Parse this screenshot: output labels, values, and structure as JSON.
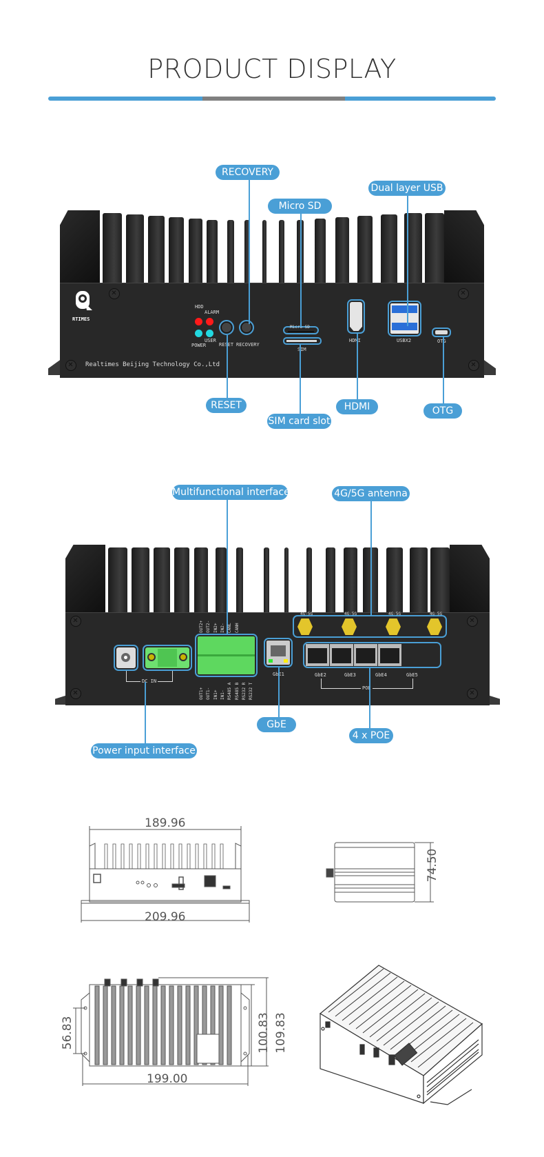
{
  "header": {
    "title": "PRODUCT DISPLAY",
    "colors": {
      "accent": "#4a9fd6",
      "middle": "#808080",
      "callout": "#4a9fd6",
      "device": "#282828"
    }
  },
  "front_view": {
    "brand_logo": "RTIMES",
    "company_text": "Realtimes Beijing Technology Co.,Ltd",
    "panel_labels": {
      "hdd": "HDD",
      "alarm": "ALARM",
      "power": "POWER",
      "user": "USER",
      "reset": "RESET",
      "recovery": "RECOVERY",
      "micro_sd": "Micro SD",
      "sim": "SIM",
      "hdmi": "HDMI",
      "usb": "USBX2",
      "otg": "OTG"
    },
    "leds": [
      {
        "name": "HDD",
        "color": "#ff1a1a"
      },
      {
        "name": "ALARM",
        "color": "#ff1a1a"
      },
      {
        "name": "POWER",
        "color": "#22d8e0"
      },
      {
        "name": "USER",
        "color": "#22d8e0"
      }
    ],
    "callouts": {
      "recovery": "RECOVERY",
      "micro_sd": "Micro SD",
      "dual_usb": "Dual layer USB",
      "reset": "RESET",
      "sim_slot": "SIM card slot",
      "hdmi": "HDMI",
      "otg": "OTG"
    }
  },
  "rear_view": {
    "panel_labels": {
      "dc_in": "DC IN",
      "gbe1": "GbE1",
      "gbe2": "GbE2",
      "gbe3": "GbE3",
      "gbe4": "GbE4",
      "gbe5": "GbE5",
      "poe": "POE",
      "antenna": "4G-5G"
    },
    "terminal_top": [
      "OUT2+",
      "OUT2-",
      "IN2+",
      "IN2-",
      "CANL",
      "CANH",
      "",
      ""
    ],
    "terminal_bottom": [
      "OUT1+",
      "OUT1-",
      "IN1+",
      "IN1-",
      "RS485 A",
      "RS485 B",
      "RS232 R",
      "RS232 T"
    ],
    "callouts": {
      "multifunctional": "Multifunctional interface",
      "antenna": "4G/5G antenna",
      "power_input": "Power input interface",
      "gbe": "GbE",
      "poe": "4 x POE"
    }
  },
  "dimensions": {
    "front_width_top": "189.96",
    "front_width_bottom": "209.96",
    "height": "74.50",
    "bottom_width": "199.00",
    "mount_spacing": "56.83",
    "depth_inner": "100.83",
    "depth_outer": "109.83"
  }
}
